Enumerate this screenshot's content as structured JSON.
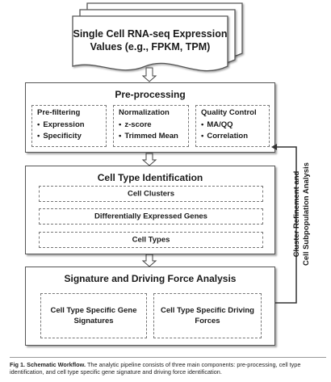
{
  "input_box": {
    "title_line1": "Single Cell RNA-seq Expression",
    "title_line2": "Values (e.g., FPKM, TPM)"
  },
  "preprocessing": {
    "title": "Pre-processing",
    "groups": [
      {
        "heading": "Pre-filtering",
        "items": [
          "Expression",
          "Specificity"
        ]
      },
      {
        "heading": "Normalization",
        "items": [
          "z-score",
          "Trimmed Mean"
        ]
      },
      {
        "heading": "Quality Control",
        "items": [
          "MA/QQ",
          "Correlation"
        ]
      }
    ]
  },
  "cell_type_identification": {
    "title": "Cell Type Identification",
    "steps": [
      "Cell Clusters",
      "Differentially Expressed Genes",
      "Cell Types"
    ]
  },
  "signature_analysis": {
    "title": "Signature and Driving Force Analysis",
    "panels": [
      {
        "line1": "Cell Type Specific Gene",
        "line2": "Signatures"
      },
      {
        "line1": "Cell Type Specific Driving",
        "line2": "Forces"
      }
    ]
  },
  "feedback": {
    "line1": "Cluster Refinement and",
    "line2": "Cell Subpopulation Analysis"
  },
  "caption": {
    "label": "Fig 1. Schematic Workflow.",
    "text": " The analytic pipeline consists of three main components: pre-processing, cell type identification, and cell type specific gene signature and driving force identification."
  }
}
